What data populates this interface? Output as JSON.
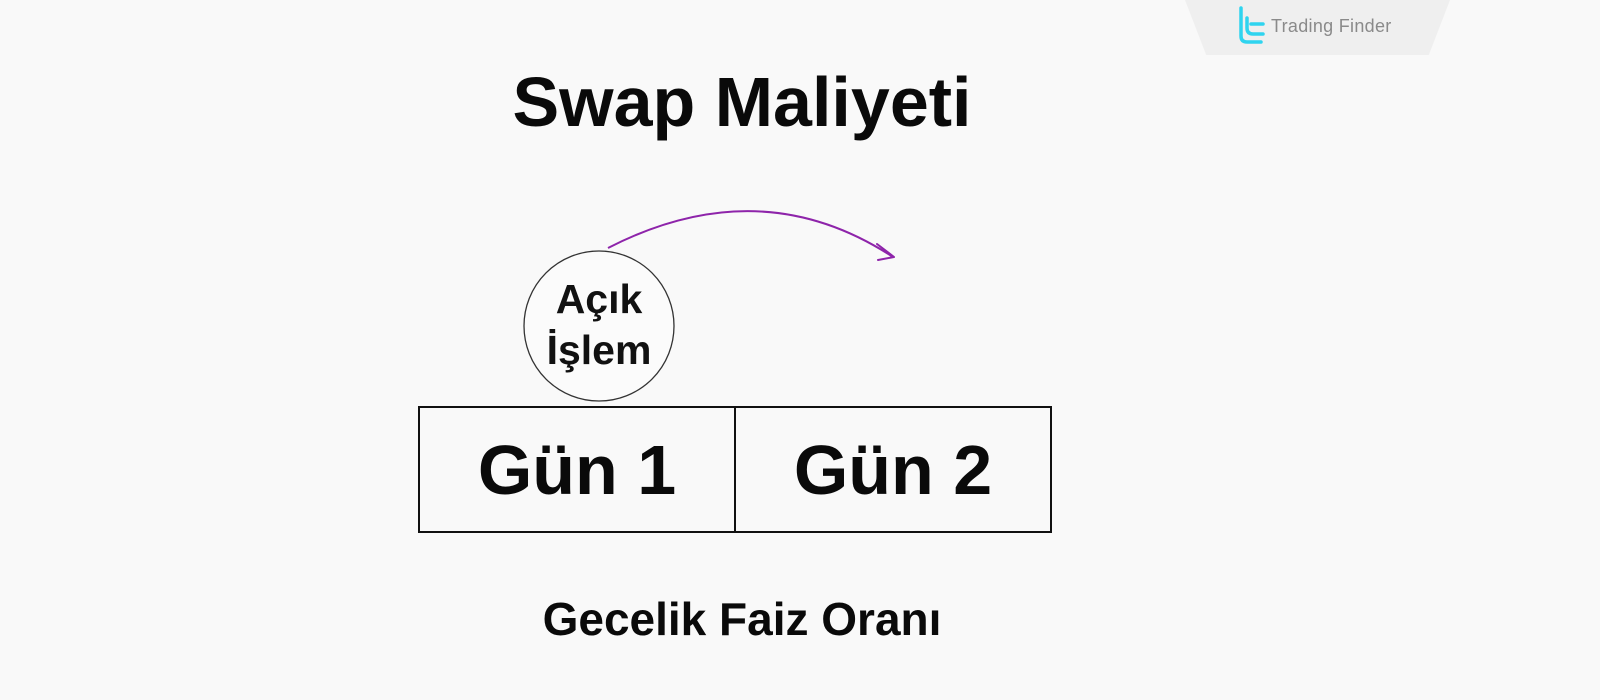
{
  "brand": {
    "name": "Trading Finder",
    "logo_icon": "tf-logo-icon",
    "accent_color": "#2fd4ef"
  },
  "title": "Swap Maliyeti",
  "circle": {
    "line1": "Açık",
    "line2": "İşlem",
    "arrow_color": "#8e24aa"
  },
  "days": [
    "Gün 1",
    "Gün 2"
  ],
  "caption": "Gecelik Faiz Oranı"
}
